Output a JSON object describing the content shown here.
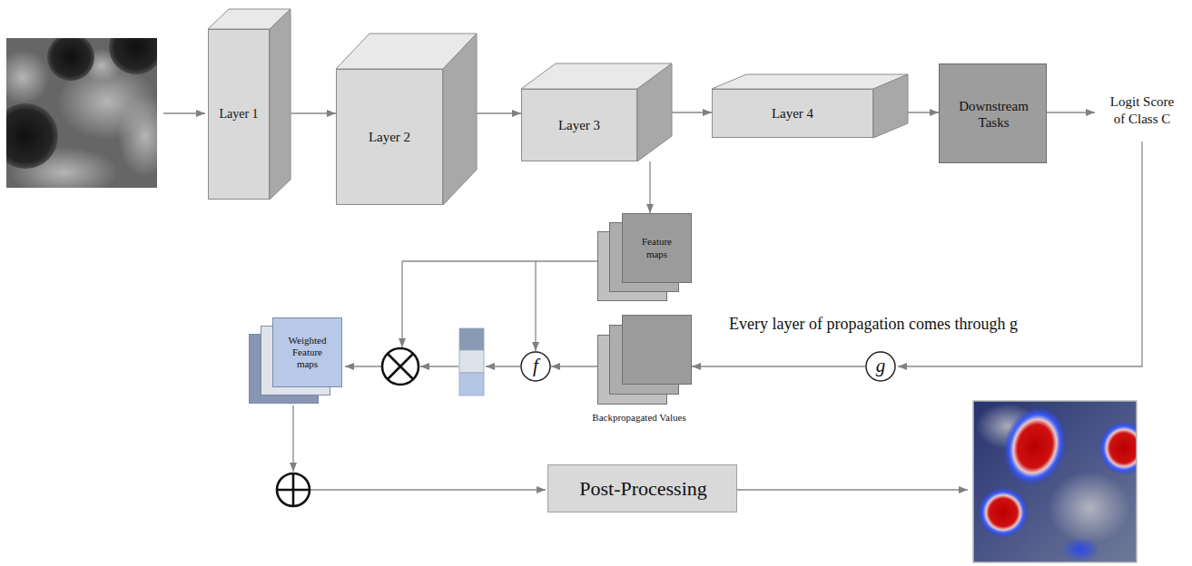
{
  "diagram": {
    "nodes": [
      {
        "text": [
          "Layer 1"
        ]
      },
      {
        "text": [
          "Layer 2"
        ]
      },
      {
        "text": [
          "Layer 3"
        ]
      },
      {
        "text": [
          "Layer 4"
        ]
      },
      {
        "text": [
          "Downstream Tasks"
        ]
      },
      {
        "text": [
          "Feature maps"
        ]
      },
      {
        "text": [
          "g"
        ]
      },
      {
        "text": [
          "Backpropagated Values"
        ]
      },
      {
        "text": [
          "f"
        ]
      },
      {
        "text": [
          "Weighted Feature maps"
        ]
      },
      {
        "text": [
          "Post-Processing"
        ]
      }
    ],
    "edges": [
      {
        "from": 0,
        "to": 1,
        "arrow": "to"
      },
      {
        "from": 1,
        "to": 2,
        "arrow": "to"
      },
      {
        "from": 2,
        "to": 3,
        "arrow": "to"
      },
      {
        "from": 3,
        "to": 4,
        "arrow": "to"
      },
      {
        "from": 2,
        "to": 5,
        "arrow": "to"
      },
      {
        "from": 6,
        "to": 7,
        "arrow": "to"
      },
      {
        "from": 7,
        "to": 8,
        "arrow": "to"
      },
      {
        "from": 5,
        "to": 8,
        "arrow": "to"
      }
    ],
    "labels": [
      "Logit Score of Class C",
      "Every layer of propagation comes through g"
    ]
  }
}
